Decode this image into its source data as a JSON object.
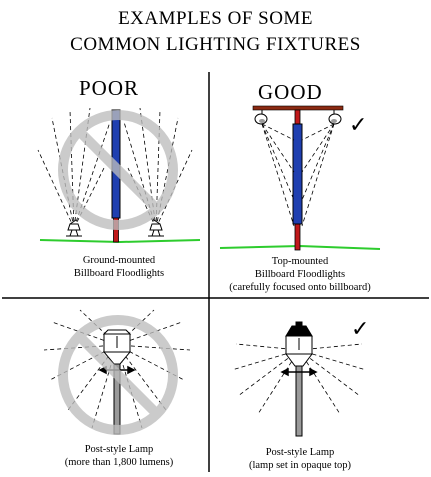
{
  "title": {
    "line1": "EXAMPLES OF SOME",
    "line2": "COMMON LIGHTING FIXTURES"
  },
  "headers": {
    "poor": "POOR",
    "good": "GOOD"
  },
  "panels": {
    "billboard_poor": {
      "caption_line1": "Ground-mounted",
      "caption_line2": "Billboard Floodlights",
      "verdict_icon": "no-symbol-icon"
    },
    "billboard_good": {
      "caption_line1": "Top-mounted",
      "caption_line2": "Billboard Floodlights",
      "caption_line3": "(carefully focused onto billboard)",
      "verdict_icon": "check-mark-icon"
    },
    "lamp_poor": {
      "caption_line1": "Post-style Lamp",
      "caption_line2": "(more than 1,800 lumens)",
      "verdict_icon": "no-symbol-icon"
    },
    "lamp_good": {
      "caption_line1": "Post-style Lamp",
      "caption_line2": "(lamp set in opaque top)",
      "verdict_icon": "check-mark-icon"
    }
  },
  "check_mark": "✓",
  "colors": {
    "billboard_blue": "#1f3fb0",
    "post_red": "#c0181a",
    "ground_green": "#2ecc2e",
    "mount_bar_brown": "#8b2a12",
    "no_symbol_gray": "#bdbdbd",
    "lamp_post_gray": "#9a9a9a"
  }
}
